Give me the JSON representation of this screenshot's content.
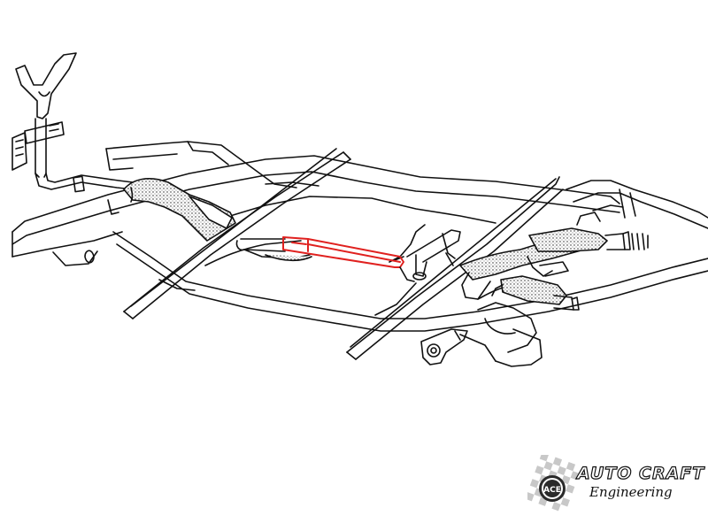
{
  "logo": {
    "title": "AUTO CRAFT",
    "subtitle": "Engineering",
    "badge": "ACE",
    "mark": "checkered-flag-emblem"
  },
  "colors": {
    "line": "#111111",
    "highlight": "#e0211f",
    "background": "#ffffff",
    "logo_grey": "#c8c8c8"
  },
  "highlighted_part": "intermediate-exhaust-pipe"
}
